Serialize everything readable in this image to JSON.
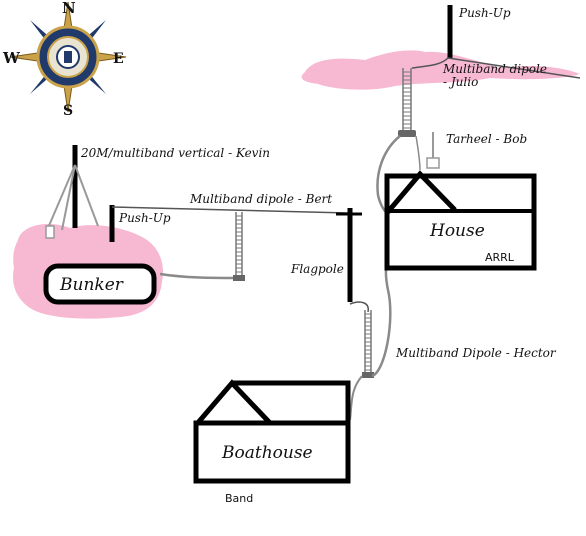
{
  "compass": {
    "north": "N",
    "south": "S",
    "east": "E",
    "west": "W"
  },
  "structures": {
    "bunker": "Bunker",
    "house": "House",
    "house_tag": "ARRL",
    "boathouse": "Boathouse",
    "boathouse_tag": "Band"
  },
  "antennas": {
    "vertical_kevin": "20M/multiband vertical - Kevin",
    "pushup_left": "Push-Up",
    "dipole_bert": "Multiband dipole - Bert",
    "flagpole": "Flagpole",
    "pushup_top": "Push-Up",
    "dipole_julio_line1": "Multiband dipole",
    "dipole_julio_line2": "- Julio",
    "tarheel_bob": "Tarheel - Bob",
    "dipole_hector": "Multiband Dipole - Hector"
  },
  "colors": {
    "pink": "#f7b8d2",
    "black": "#000000",
    "gray": "#8a8a8a",
    "compass_navy": "#1f3a6b",
    "compass_gold": "#c9a24a"
  }
}
